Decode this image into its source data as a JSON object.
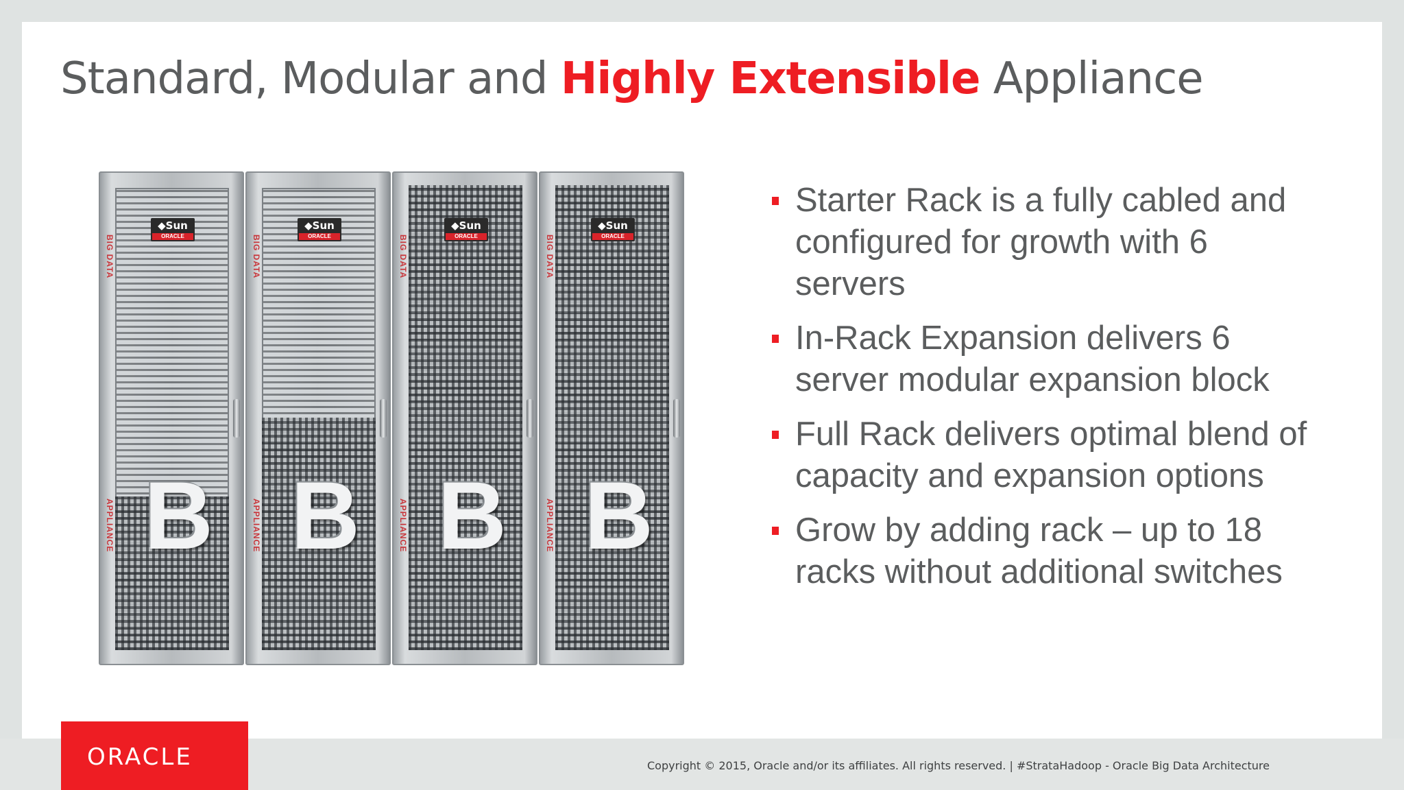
{
  "slide": {
    "title_before": "Standard, Modular and ",
    "title_highlight": "Highly Extensible",
    "title_after": " Appliance",
    "bullets": [
      "Starter Rack is a fully cabled and configured for growth with 6 servers",
      "In-Rack Expansion delivers 6 server modular expansion block",
      "Full Rack delivers optimal blend of capacity and expansion options",
      "Grow by adding rack – up to 18 racks without additional switches"
    ],
    "racks": [
      {
        "brand": "◆Sun",
        "vendor": "ORACLE",
        "side_top": "BIG DATA",
        "side_bottom": "APPLIANCE",
        "letter": "B",
        "fill": 0.33
      },
      {
        "brand": "◆Sun",
        "vendor": "ORACLE",
        "side_top": "BIG DATA",
        "side_bottom": "APPLIANCE",
        "letter": "B",
        "fill": 0.5
      },
      {
        "brand": "◆Sun",
        "vendor": "ORACLE",
        "side_top": "BIG DATA",
        "side_bottom": "APPLIANCE",
        "letter": "B",
        "fill": 1.0
      },
      {
        "brand": "◆Sun",
        "vendor": "ORACLE",
        "side_top": "BIG DATA",
        "side_bottom": "APPLIANCE",
        "letter": "B",
        "fill": 1.0
      }
    ]
  },
  "footer": {
    "logo_text": "ORACLE",
    "copyright": "Copyright © 2015, Oracle and/or its affiliates. All rights reserved.  |  #StrataHadoop - Oracle Big Data Architecture"
  },
  "colors": {
    "accent": "#ee1d23",
    "text": "#5b5d5e"
  }
}
